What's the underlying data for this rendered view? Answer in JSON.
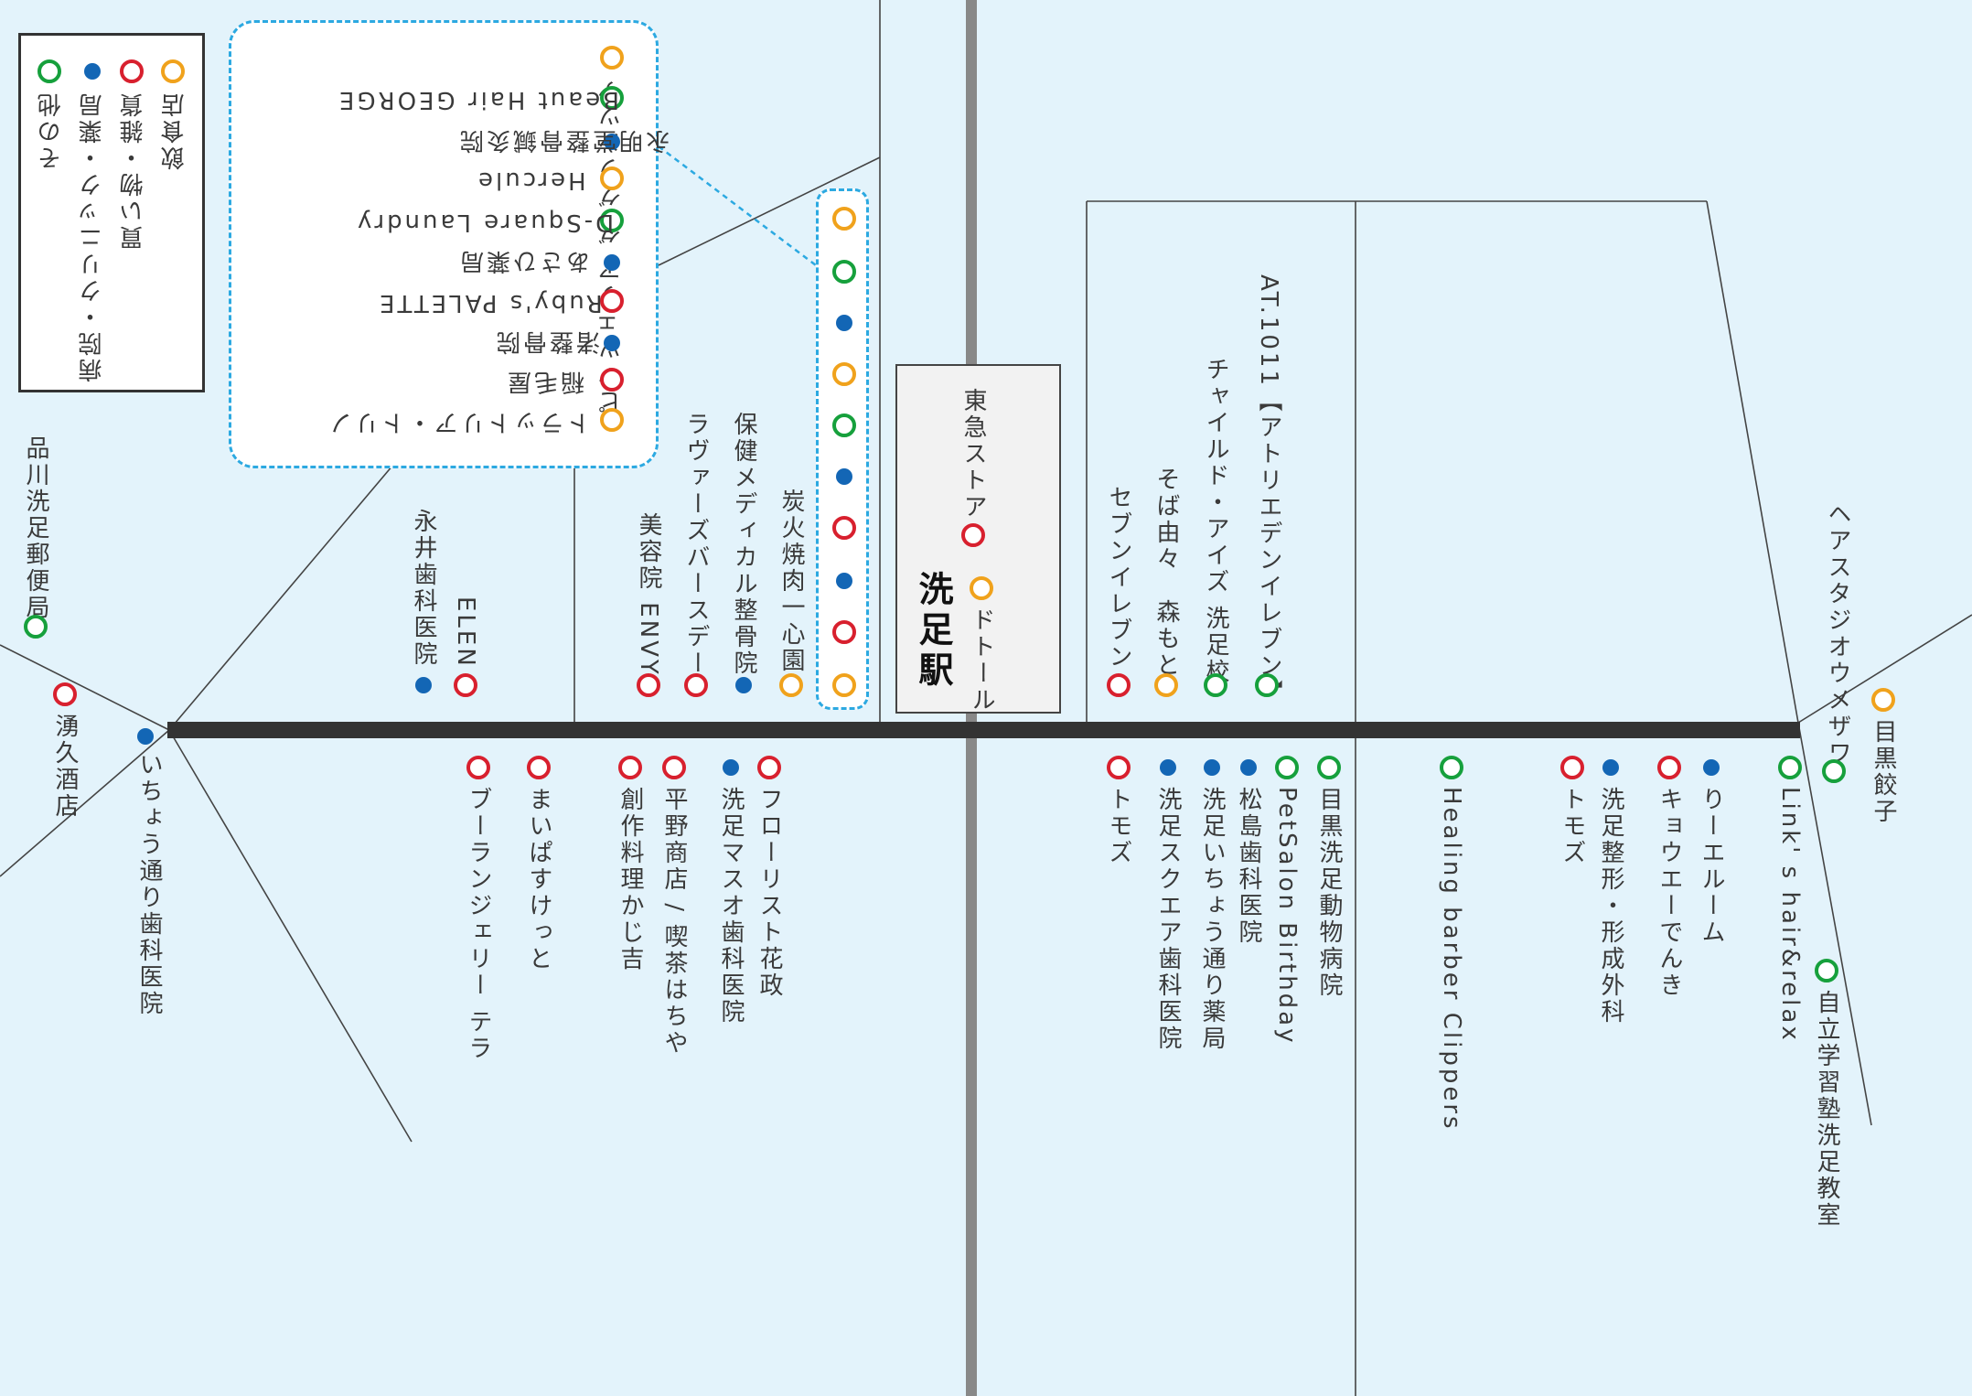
{
  "station": "洗足駅",
  "legend": {
    "food": "飲食店",
    "shop": "買い物・雑貨",
    "medical": "病院・クリニック・薬局",
    "other": "その他"
  },
  "colors": {
    "background": "#e3f3fb",
    "food": "#f0a21c",
    "shop": "#d8202e",
    "medical": "#1366b5",
    "other": "#16a03c",
    "callout": "#2ca9e1"
  },
  "callout_list": [
    {
      "name": "ピッツェリア ダ グランツァ",
      "cat": "food"
    },
    {
      "name": "Beaut Hair GEORGE",
      "cat": "other"
    },
    {
      "name": "永明堂整骨鍼灸院",
      "cat": "med"
    },
    {
      "name": "Hercule",
      "cat": "food"
    },
    {
      "name": "D-Square Laundry",
      "cat": "other"
    },
    {
      "name": "あさひ薬局",
      "cat": "med"
    },
    {
      "name": "Ruby's PALETTE",
      "cat": "shop"
    },
    {
      "name": "渚整骨院",
      "cat": "med"
    },
    {
      "name": "稲毛屋",
      "cat": "shop"
    },
    {
      "name": "トラットリア・トリノ",
      "cat": "food"
    }
  ],
  "north_west": {
    "tokyu": "東急ストア",
    "doutor": "ドトール",
    "sumibi": "炭火焼肉一心園",
    "hoken": "保健メディカル整骨院",
    "lavender": "ラヴァーズバースデー",
    "envy": "美容院 ENVY",
    "elen": "ELEN",
    "nagai": "永井歯科医院",
    "post": "品川洗足郵便局",
    "yuhisa": "湧久酒店"
  },
  "north_east": {
    "at1011": "AT.1011【アトリエデンイレブン】",
    "child": "チャイルド・アイズ 洗足校",
    "soba": "そば由々　森もと",
    "seven": "セブンイレブン",
    "hair": "ヘアスタジオウメザワ",
    "gyoza": "目黒餃子"
  },
  "south_west": {
    "icho": "いちょう通り歯科医院",
    "boulangerie": "ブーランジェリー テラ",
    "maipa": "まいぱすけっと",
    "sosaku": "創作料理かじ吉",
    "hirano": "平野商店 / 喫茶はちや",
    "masuo": "洗足マスオ歯科医院",
    "florist": "フローリスト花政"
  },
  "south_east": {
    "tomoz1": "トモズ",
    "sq_dental": "洗足スクエア歯科医院",
    "icho_ph": "洗足いちょう通り薬局",
    "matsushima": "松島歯科医院",
    "petsalon": "PetSalon Birthday",
    "meguro_vet": "目黒洗足動物病院",
    "healing": "Healing barber Clippers",
    "tomoz2": "トモズ",
    "seikei": "洗足整形・形成外科",
    "kyoei": "キョウエーでんき",
    "riel": "りーエルーム",
    "links": "Link' s hair&relax",
    "jiritsu": "自立学習塾洗足教室"
  }
}
